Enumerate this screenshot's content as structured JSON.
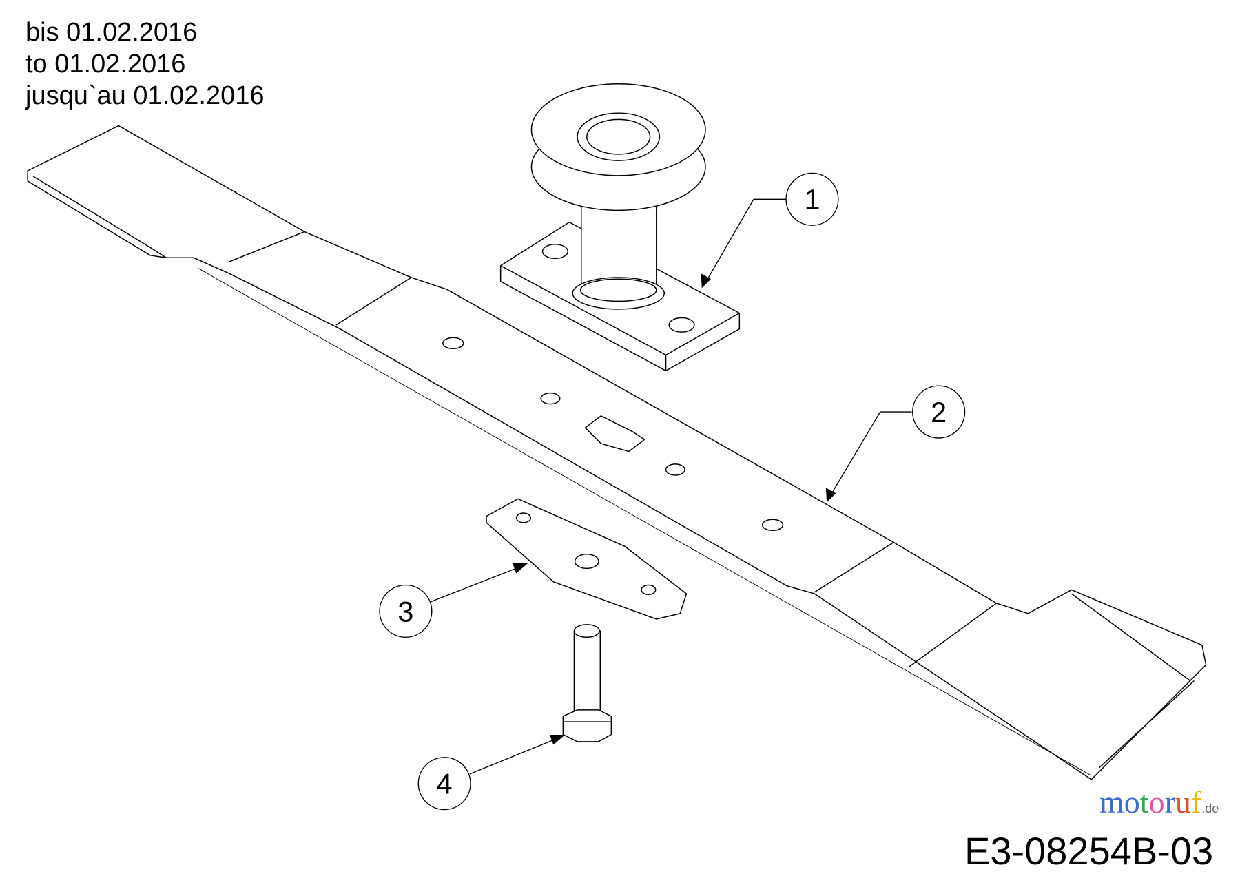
{
  "validity_note": [
    "bis 01.02.2016",
    "to 01.02.2016",
    "jusqu`au 01.02.2016"
  ],
  "callouts": [
    "1",
    "2",
    "3",
    "4"
  ],
  "drawing_code": "E3-08254B-03",
  "watermark": {
    "letters": [
      "m",
      "o",
      "t",
      "o",
      "r",
      "u",
      "f"
    ],
    "suffix": ".de",
    "colors": [
      "#3b6cc7",
      "#3b6cc7",
      "#2fa84f",
      "#e0569b",
      "#3b6cc7",
      "#e0502a",
      "#f0b400"
    ]
  }
}
